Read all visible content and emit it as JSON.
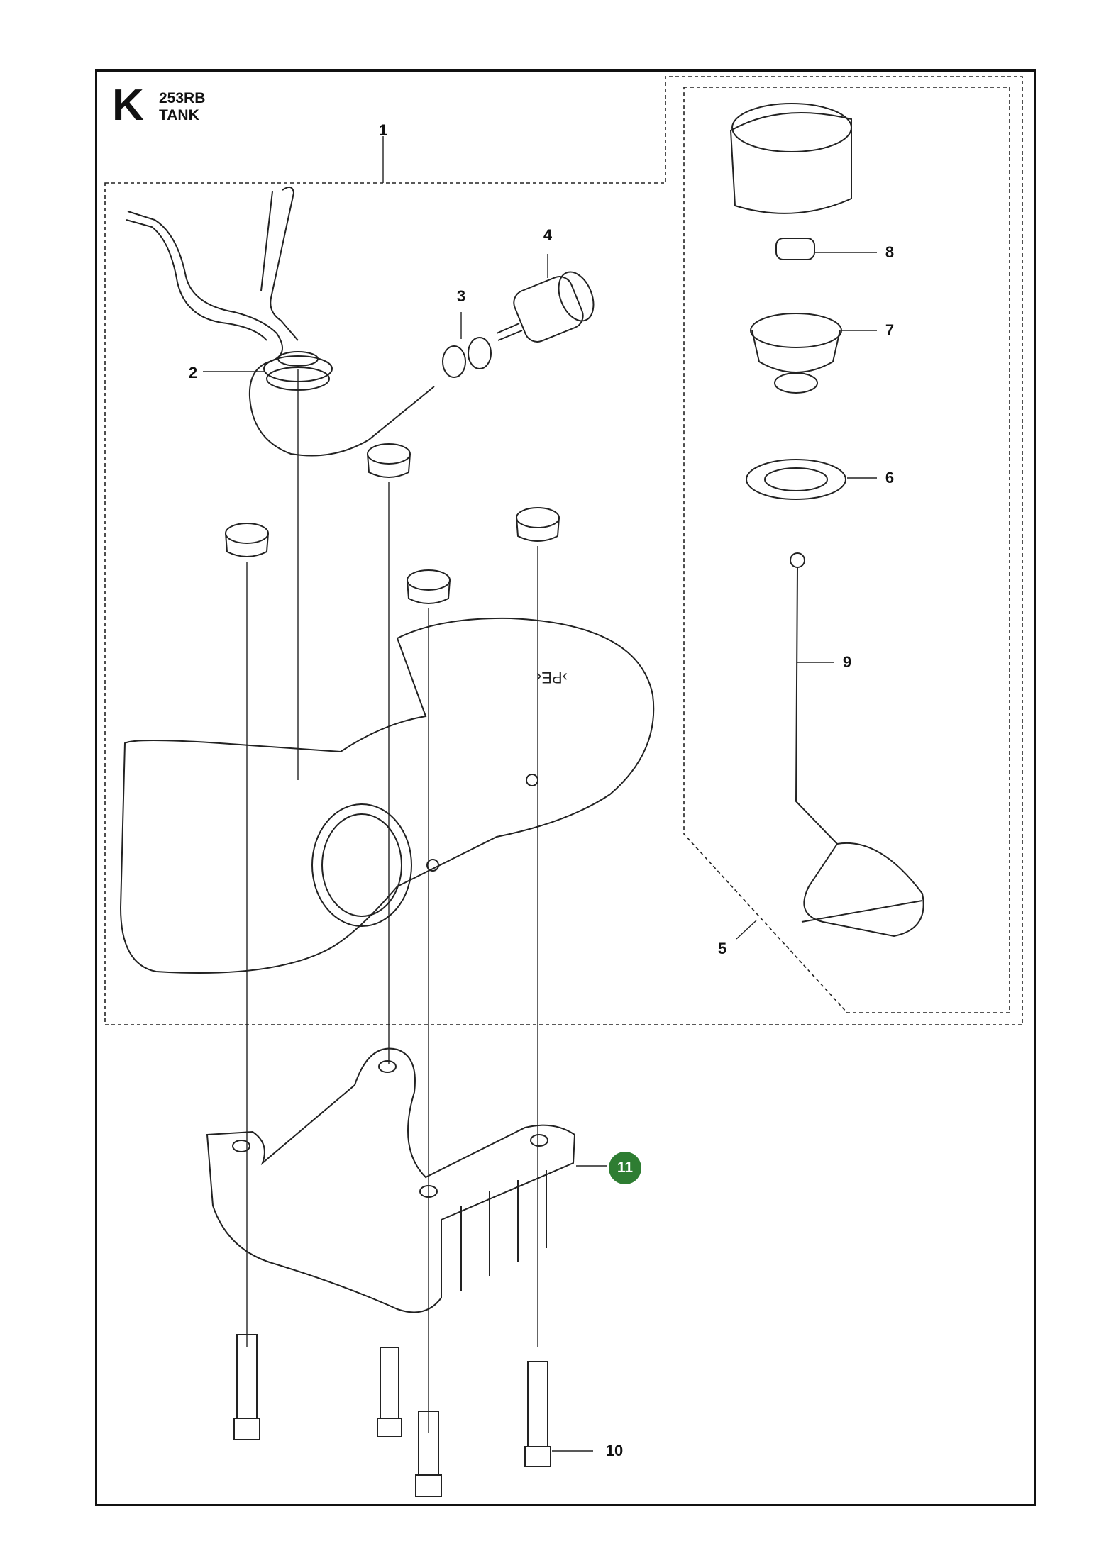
{
  "header": {
    "section_letter": "K",
    "model": "253RB",
    "section_name": "TANK"
  },
  "callouts": {
    "c1": "1",
    "c2": "2",
    "c3": "3",
    "c4": "4",
    "c5": "5",
    "c6": "6",
    "c7": "7",
    "c8": "8",
    "c9": "9",
    "c10": "10",
    "c11": "11"
  },
  "tank_marking": "›PE‹",
  "colors": {
    "line": "#222222",
    "badge": "#2e7d32"
  }
}
